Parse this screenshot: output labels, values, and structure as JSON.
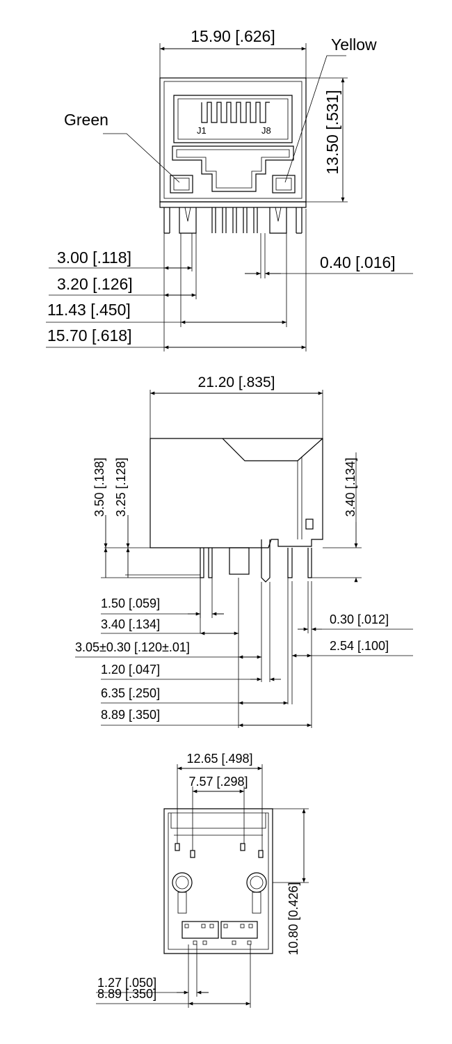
{
  "front_view": {
    "labels": {
      "width_total": "15.90 [.626]",
      "height_total": "13.50 [.531]",
      "led_left": "Green",
      "led_right": "Yellow",
      "pin_j1": "J1",
      "pin_j8": "J8",
      "pin_width": "0.40 [.016]",
      "dim_a": "3.00 [.118]",
      "dim_b": "3.20 [.126]",
      "dim_c": "11.43 [.450]",
      "dim_d": "15.70 [.618]"
    }
  },
  "side_view": {
    "labels": {
      "length_total": "21.20 [.835]",
      "standoff_left": "3.50 [.138]",
      "standoff_left_inner": "3.25 [.128]",
      "standoff_right": "3.40 [.134]",
      "pin_thickness": "0.30 [.012]",
      "pitch": "2.54 [.100]",
      "dim_1": "1.50 [.059]",
      "dim_2": "3.40 [.134]",
      "dim_3": "3.05±0.30 [.120±.01]",
      "dim_4": "1.20 [.047]",
      "dim_5": "6.35 [.250]",
      "dim_6": "8.89 [.350]"
    }
  },
  "bottom_view": {
    "labels": {
      "post_spacing": "12.65 [.498]",
      "hole_spacing": "7.57 [.298]",
      "depth": "10.80 [0.426]",
      "pin_pitch": "1.27 [.050]",
      "pin_span": "8.89 [.350]"
    }
  }
}
